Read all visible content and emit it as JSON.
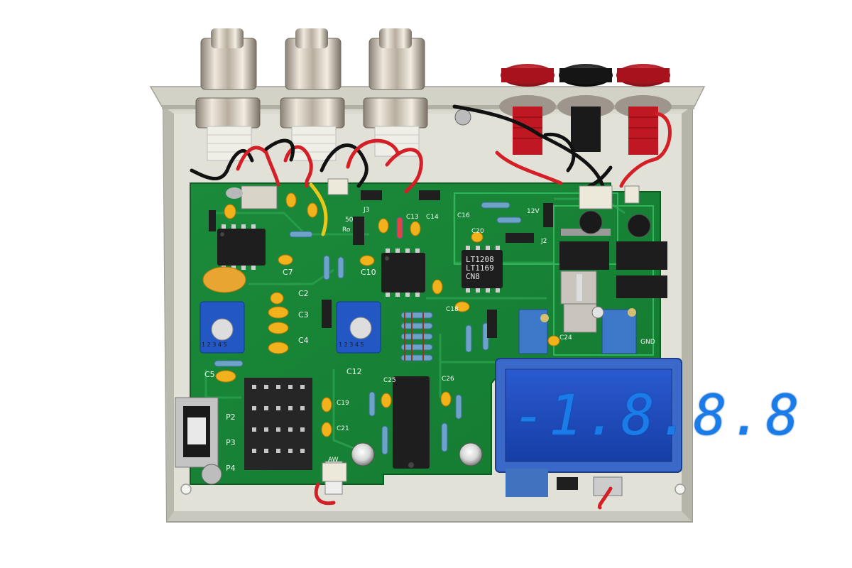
{
  "pcb": {
    "display_value": "-1.8.8.8",
    "ic_labels": [
      {
        "name": "ic-lt1169",
        "lines": "LT1208\nLT1169\nCN8"
      }
    ],
    "silkscreen": [
      {
        "name": "label-c2",
        "text": "C2"
      },
      {
        "name": "label-c3",
        "text": "C3"
      },
      {
        "name": "label-c4",
        "text": "C4"
      },
      {
        "name": "label-c5",
        "text": "C5"
      },
      {
        "name": "label-c7",
        "text": "C7"
      },
      {
        "name": "label-c10",
        "text": "C10"
      },
      {
        "name": "label-c12",
        "text": "C12"
      },
      {
        "name": "label-c13",
        "text": "C13"
      },
      {
        "name": "label-c14",
        "text": "C14"
      },
      {
        "name": "label-c16",
        "text": "C16"
      },
      {
        "name": "label-c18",
        "text": "C18"
      },
      {
        "name": "label-c19",
        "text": "C19"
      },
      {
        "name": "label-c20",
        "text": "C20"
      },
      {
        "name": "label-c21",
        "text": "C21"
      },
      {
        "name": "label-c24",
        "text": "C24"
      },
      {
        "name": "label-c25",
        "text": "C25"
      },
      {
        "name": "label-c26",
        "text": "C26"
      },
      {
        "name": "label-j2",
        "text": "J2"
      },
      {
        "name": "label-j3",
        "text": "J3"
      },
      {
        "name": "label-12v",
        "text": "12V"
      },
      {
        "name": "label-p2",
        "text": "P2"
      },
      {
        "name": "label-p3",
        "text": "P3"
      },
      {
        "name": "label-p4",
        "text": "P4"
      },
      {
        "name": "label-ro",
        "text": "Ro"
      },
      {
        "name": "label-50",
        "text": "50"
      },
      {
        "name": "label-aw",
        "text": "AW"
      },
      {
        "name": "label-gnd",
        "text": "GND"
      }
    ],
    "rotary_switch_digits": "1 2 3 4 5"
  }
}
